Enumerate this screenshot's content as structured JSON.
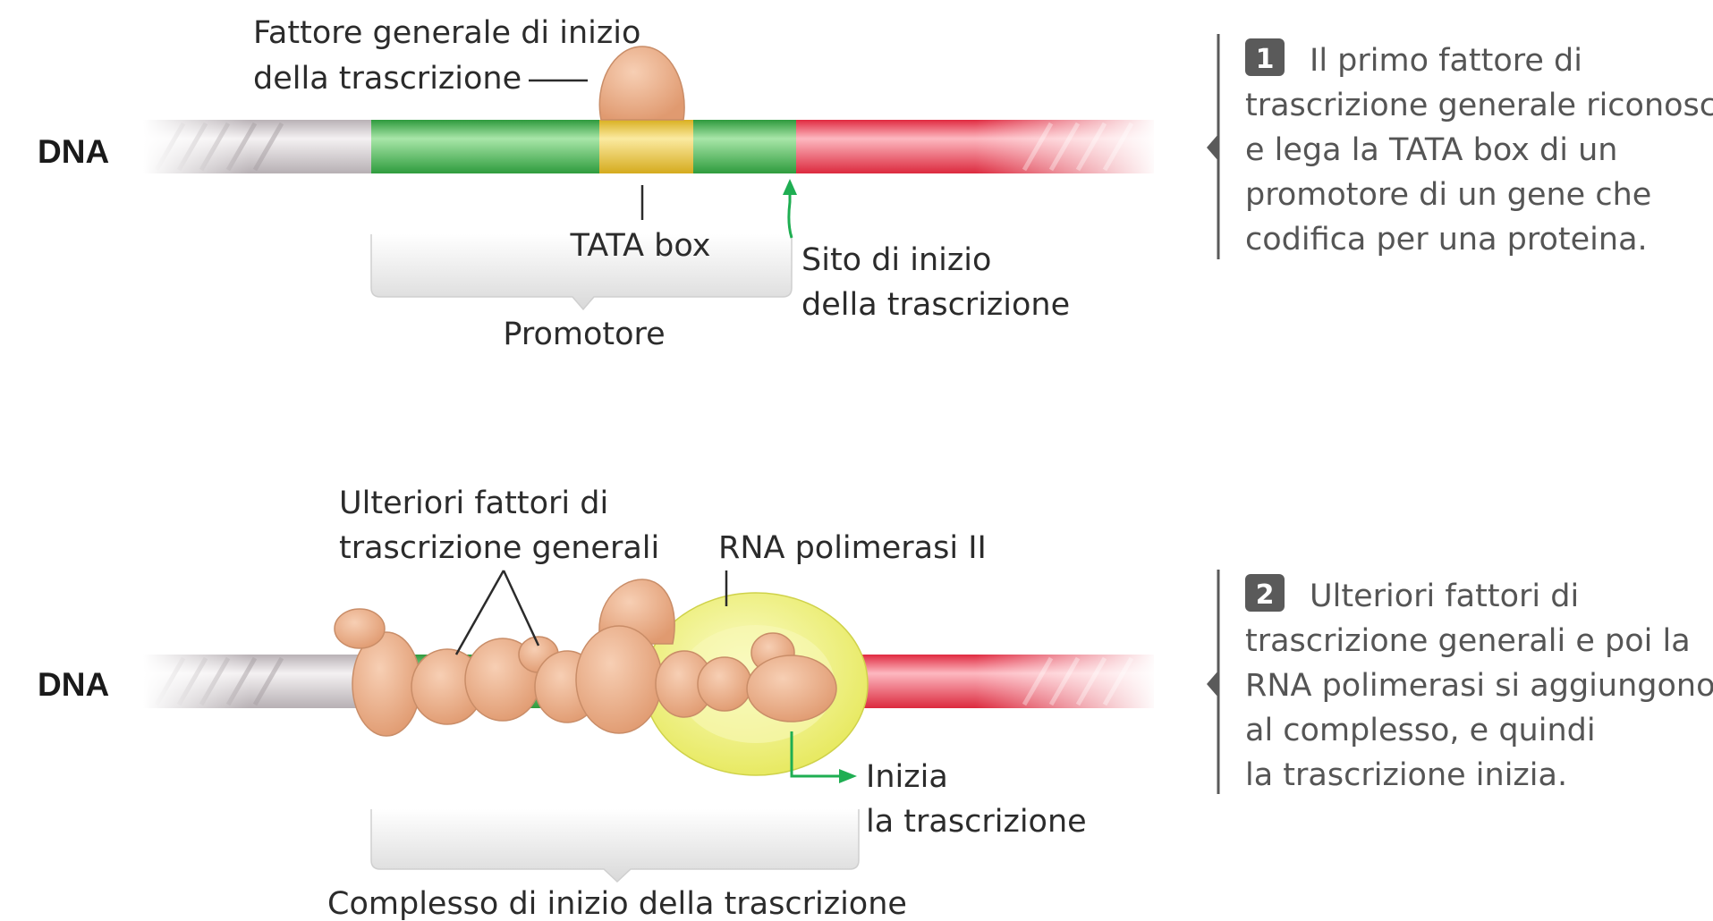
{
  "panel1": {
    "dna_label": "DNA",
    "factor_label": [
      "Fattore generale di inizio",
      "della trascrizione"
    ],
    "tata_label": "TATA box",
    "start_label": [
      "Sito di inizio",
      "della trascrizione"
    ],
    "promoter_label": "Promotore"
  },
  "panel2": {
    "dna_label": "DNA",
    "factors_label": [
      "Ulteriori fattori di",
      "trascrizione generali"
    ],
    "polymerase_label": "RNA polimerasi II",
    "begin_label": [
      "Inizia",
      "la trascrizione"
    ],
    "complex_label": "Complesso di inizio della trascrizione"
  },
  "captions": [
    {
      "number": "1",
      "lines": [
        "Il primo fattore di",
        "trascrizione generale riconosce",
        "e lega la TATA box di un",
        "promotore di un gene che",
        "codifica per una proteina."
      ]
    },
    {
      "number": "2",
      "lines": [
        "Ulteriori fattori di",
        "trascrizione generali e poi la",
        "RNA polimerasi si aggiungono",
        "al complesso, e quindi",
        "la trascrizione inizia."
      ]
    }
  ],
  "colors": {
    "promoter_green": "#3cae4a",
    "tata_yellow": "#e8c43a",
    "gene_red": "#e8364a",
    "dna_grey": "#cfc8cc",
    "protein": "#e9a982",
    "polymerase": "#eef07a",
    "arrow_green": "#1fae52",
    "caption_grey": "#5a5a5a"
  }
}
